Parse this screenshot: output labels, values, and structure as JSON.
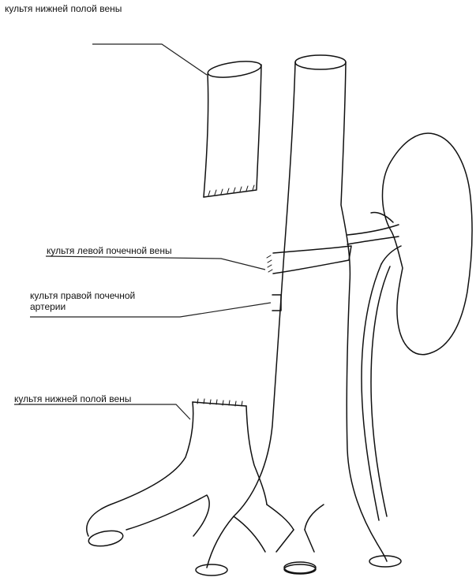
{
  "labels": {
    "ivc_stump_top": "культя нижней полой вены",
    "left_renal_vein_stump": "культя левой почечной вены",
    "right_renal_artery_stump_line1": "культя правой почечной",
    "right_renal_artery_stump_line2": "артерии",
    "ivc_stump_bottom": "культя нижней полой вены"
  },
  "colors": {
    "line": "#111111",
    "background": "#ffffff"
  }
}
